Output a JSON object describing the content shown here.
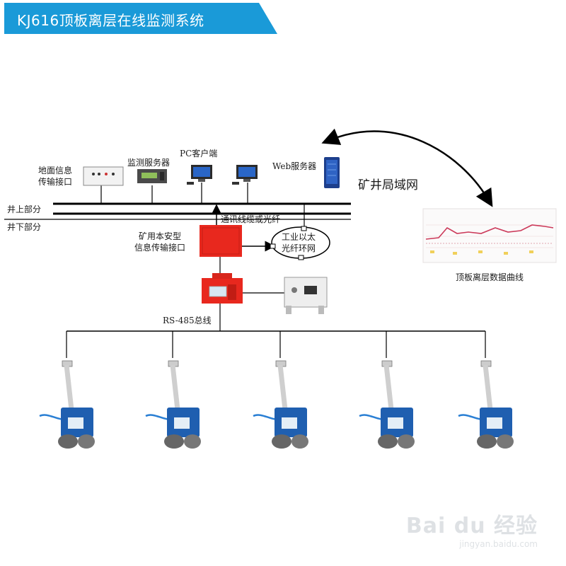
{
  "title": "KJ616顶板离层在线监测系统",
  "labels": {
    "ground_interface_line1": "地面信息",
    "ground_interface_line2": "传输接口",
    "monitor_server": "监测服务器",
    "pc_client": "PC客户端",
    "web_server": "Web服务器",
    "mine_lan": "矿井局域网",
    "above_ground": "井上部分",
    "below_ground": "井下部分",
    "comm_cable": "通讯线缆或光纤",
    "mine_interface_line1": "矿用本安型",
    "mine_interface_line2": "信息传输接口",
    "ethernet_line1": "工业以太",
    "ethernet_line2": "光纤环网",
    "rs485": "RS-485总线",
    "curve_caption": "顶板离层数据曲线"
  },
  "colors": {
    "banner": "#1a9ad8",
    "device_red": "#e8281e",
    "sensor_blue": "#1f5fb0"
  },
  "watermark": {
    "brand": "Bai du 经验",
    "url": "jingyan.baidu.com"
  }
}
